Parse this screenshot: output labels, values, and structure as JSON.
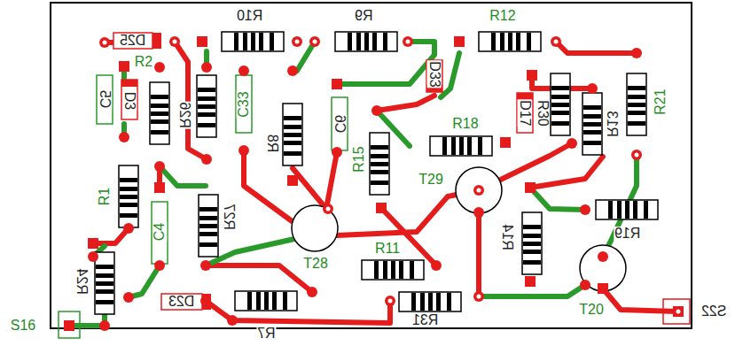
{
  "diagram": {
    "labels": [
      "R10",
      "R9",
      "R12",
      "D25",
      "C5",
      "D3",
      "R2",
      "R26",
      "C33",
      "R8",
      "C6",
      "D33",
      "R15",
      "R18",
      "D17",
      "R30",
      "R13",
      "R21",
      "R1",
      "C4",
      "R27",
      "T28",
      "T29",
      "R11",
      "R14",
      "R19",
      "R24",
      "D23",
      "R7",
      "R31",
      "T20",
      "S16",
      "S22"
    ]
  }
}
